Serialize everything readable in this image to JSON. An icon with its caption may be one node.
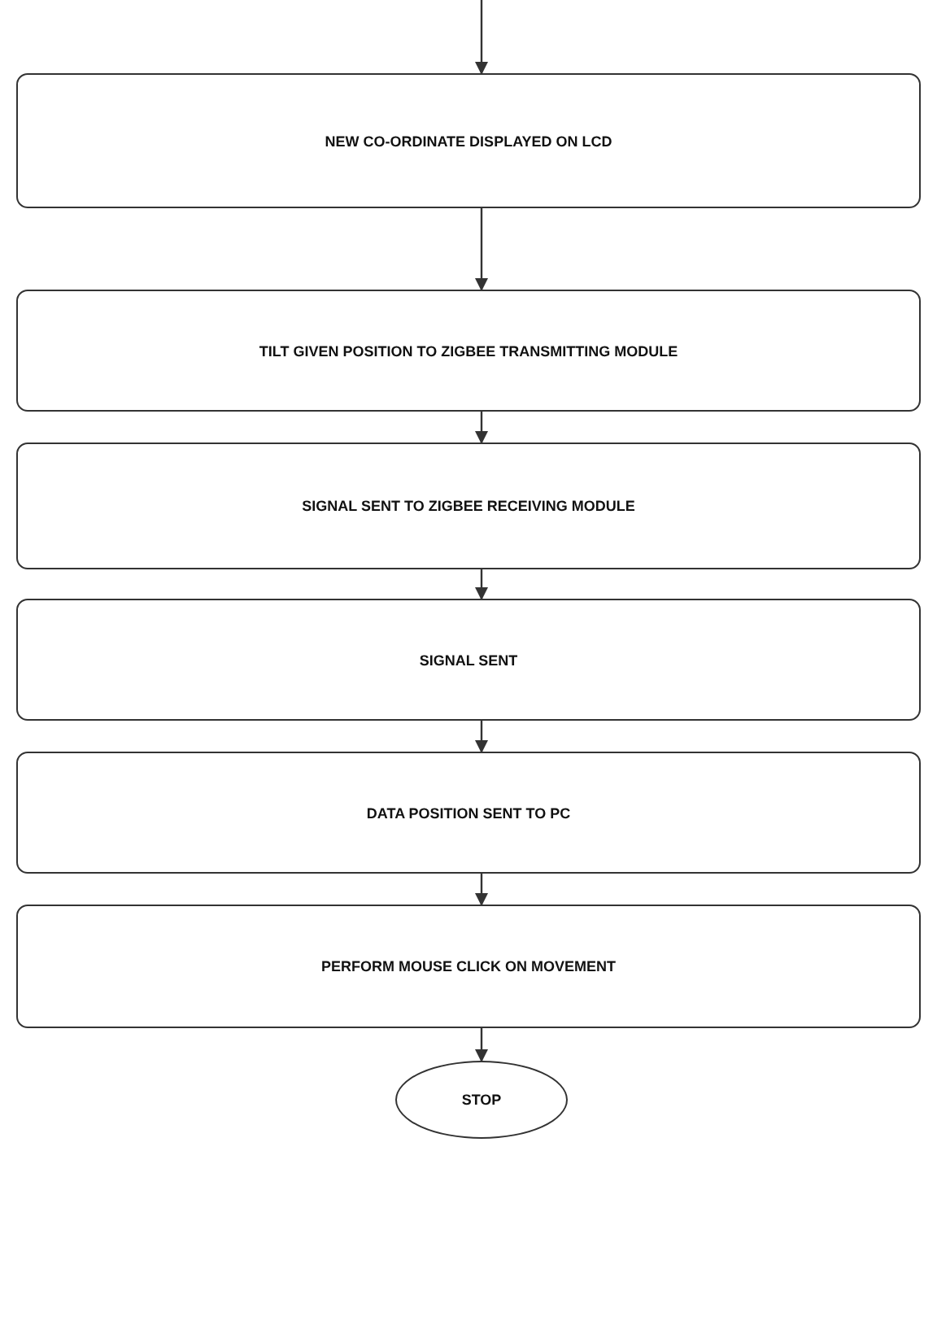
{
  "diagram": {
    "nodes": [
      {
        "text": [
          "NEW CO-ORDINATE DISPLAYED ON LCD"
        ]
      },
      {
        "text": [
          "TILT GIVEN POSITION TO ZIGBEE TRANSMITTING MODULE"
        ]
      },
      {
        "text": [
          "SIGNAL SENT TO ZIGBEE RECEIVING MODULE"
        ]
      },
      {
        "text": [
          "SIGNAL SENT"
        ]
      },
      {
        "text": [
          "DATA POSITION SENT TO PC"
        ]
      },
      {
        "text": [
          "PERFORM MOUSE CLICK ON MOVEMENT"
        ]
      },
      {
        "text": [
          "STOP"
        ]
      }
    ],
    "edges": [
      {
        "from": null,
        "to": 0,
        "arrow": "to"
      },
      {
        "from": 0,
        "to": 1,
        "arrow": "to"
      },
      {
        "from": 1,
        "to": 2,
        "arrow": "to"
      },
      {
        "from": 2,
        "to": 3,
        "arrow": "to"
      },
      {
        "from": 3,
        "to": 4,
        "arrow": "to"
      },
      {
        "from": 4,
        "to": 5,
        "arrow": "to"
      },
      {
        "from": 5,
        "to": 6,
        "arrow": "to"
      }
    ]
  }
}
